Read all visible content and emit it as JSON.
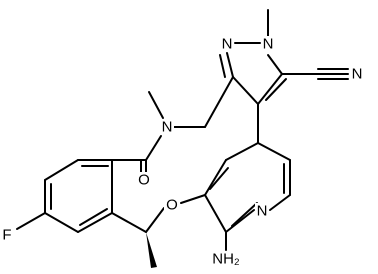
{
  "atoms": {
    "n_pyrazole_1": "N",
    "n_pyrazole_2": "N",
    "n_nitrile": "N",
    "n_amide": "N",
    "n_pyridine": "N",
    "o_carbonyl": "O",
    "o_ether": "O",
    "f": "F",
    "nh2": "NH₂"
  }
}
